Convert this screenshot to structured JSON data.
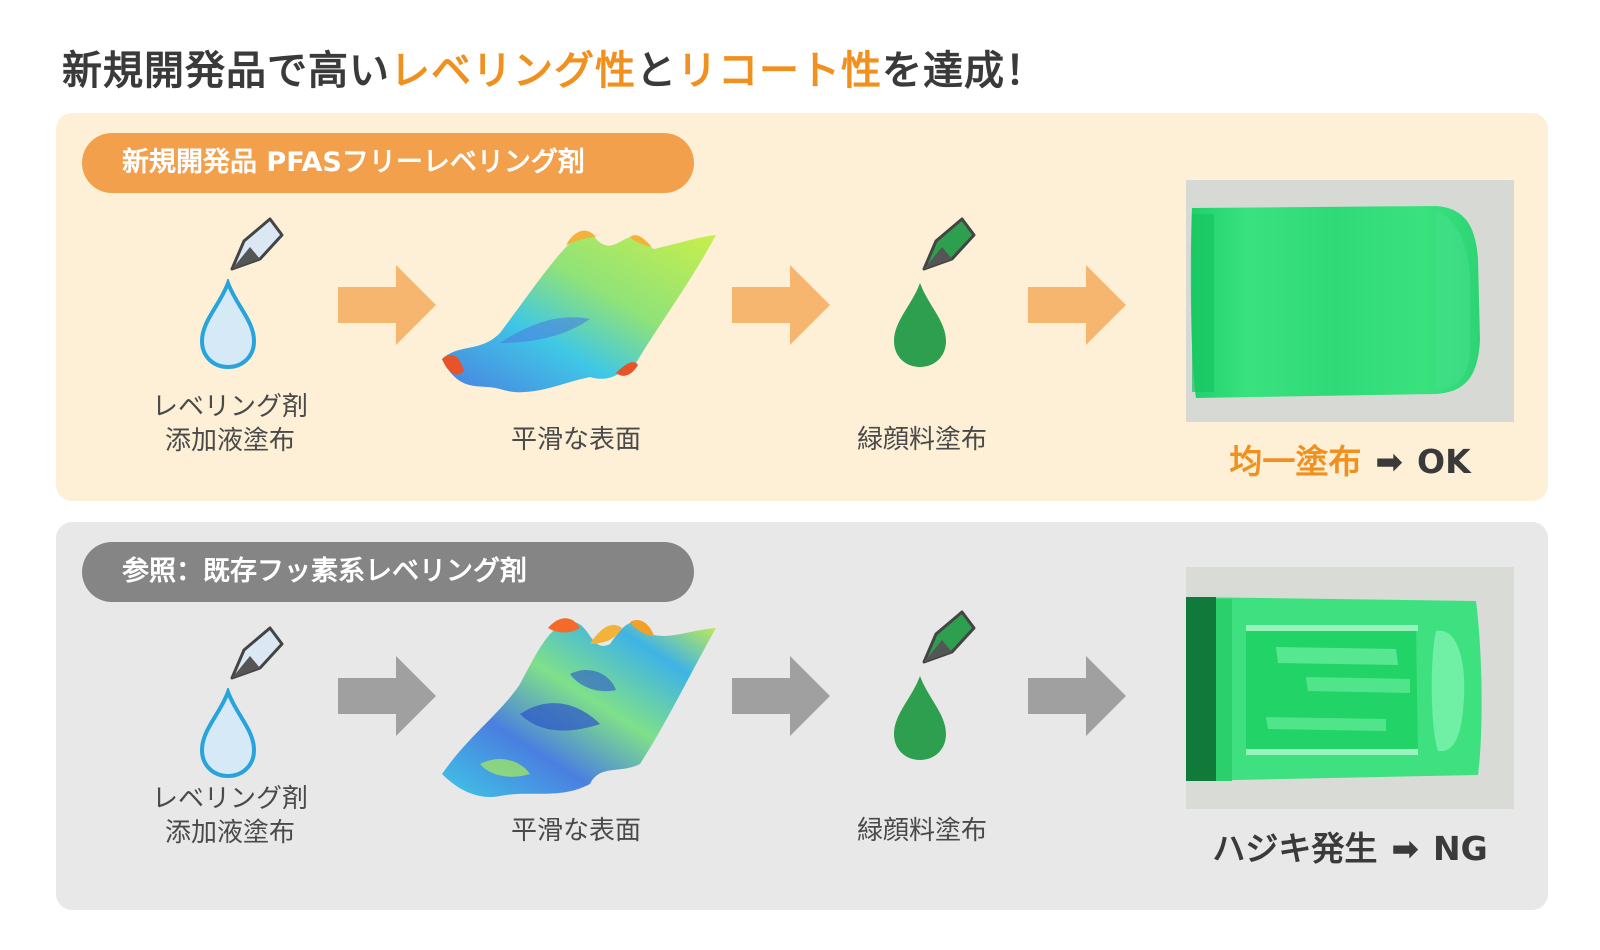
{
  "headline": {
    "part1": "新規開発品で高い",
    "part2": "レベリング性",
    "part3": "と",
    "part4": "リコート性",
    "part5": "を達成！"
  },
  "colors": {
    "accent_orange": "#f0901e",
    "panel_new_bg": "#fdf0d6",
    "panel_ref_bg": "#e8e8e8",
    "pill_new": "#f3a04d",
    "pill_ref": "#858585",
    "arrow_new": "#f6b66f",
    "arrow_ref": "#a0a0a0",
    "droplet_leveling": "#29a3dc",
    "droplet_pigment": "#2e9e4f"
  },
  "panels": [
    {
      "id": "new",
      "label": "新規開発品 PFASフリーレベリング剤",
      "step1_caption_l1": "レベリング剤",
      "step1_caption_l2": "添加液塗布",
      "step2_caption": "平滑な表面",
      "step3_caption": "緑顔料塗布",
      "result_main": "均一塗布",
      "result_arrow": "➡",
      "result_verdict": "OK",
      "icons": [
        "pipette-icon",
        "water-droplet-icon",
        "arrow-right-icon",
        "surface-heatmap-icon",
        "arrow-right-icon",
        "pipette-icon",
        "green-droplet-icon",
        "arrow-right-icon",
        "coating-photo"
      ]
    },
    {
      "id": "ref",
      "label": "参照：既存フッ素系レベリング剤",
      "step1_caption_l1": "レベリング剤",
      "step1_caption_l2": "添加液塗布",
      "step2_caption": "平滑な表面",
      "step3_caption": "緑顔料塗布",
      "result_main": "ハジキ発生",
      "result_arrow": "➡",
      "result_verdict": "NG",
      "icons": [
        "pipette-icon",
        "water-droplet-icon",
        "arrow-right-icon",
        "surface-heatmap-icon",
        "arrow-right-icon",
        "pipette-icon",
        "green-droplet-icon",
        "arrow-right-icon",
        "coating-photo"
      ]
    }
  ]
}
